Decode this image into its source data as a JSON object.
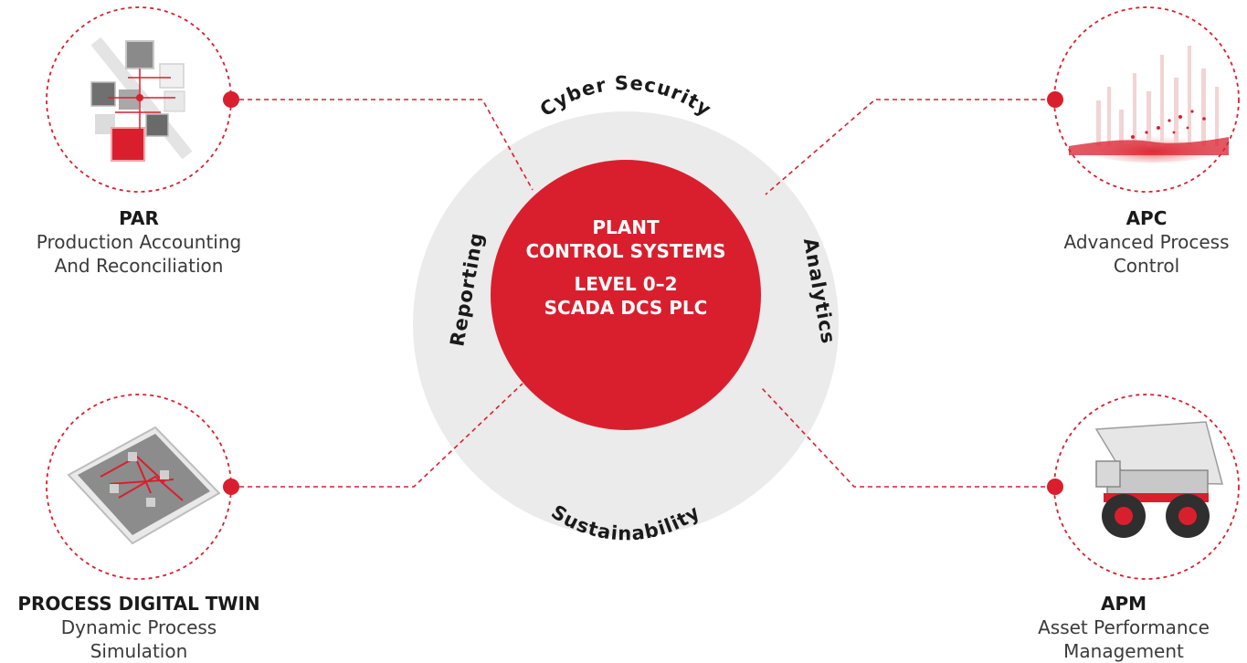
{
  "center": {
    "title_line1": "PLANT",
    "title_line2": "CONTROL SYSTEMS",
    "level_line1": "LEVEL 0–2",
    "level_line2": "SCADA DCS PLC"
  },
  "ring": {
    "top": "Cyber Security",
    "left": "Reporting",
    "right": "Analytics",
    "bottom": "Sustainability"
  },
  "nodes": {
    "par": {
      "title": "PAR",
      "sub1": "Production Accounting",
      "sub2": "And Reconciliation",
      "icon": "circuit-blocks-icon"
    },
    "apc": {
      "title": "APC",
      "sub1": "Advanced Process",
      "sub2": "Control",
      "icon": "analytics-chart-icon"
    },
    "pdt": {
      "title": "PROCESS DIGITAL TWIN",
      "sub1": "Dynamic Process",
      "sub2": "Simulation",
      "icon": "tablet-plant-icon"
    },
    "apm": {
      "title": "APM",
      "sub1": "Asset Performance",
      "sub2": "Management",
      "icon": "mining-truck-icon"
    }
  },
  "colors": {
    "accent": "#d91f2e",
    "ring": "#ebebeb",
    "text": "#303030"
  }
}
